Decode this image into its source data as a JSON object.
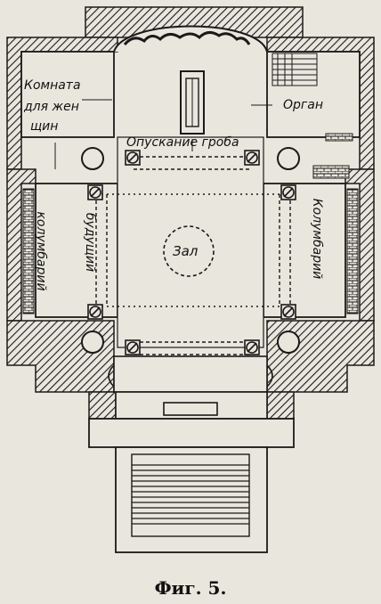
{
  "labels": {
    "women_room_line1": "Комната",
    "women_room_line2": "для жен",
    "women_room_line3": "щин",
    "organ": "Орган",
    "lowering": "Опускание гроба",
    "hall": "Зал",
    "future_columbarium": "будущий",
    "columbarium_left": "колумбарий",
    "columbarium_right": "Колумбарий"
  },
  "caption": "Фиг.   5.",
  "colors": {
    "paper": "#e9e6dd",
    "ink": "#1a1a1a"
  }
}
